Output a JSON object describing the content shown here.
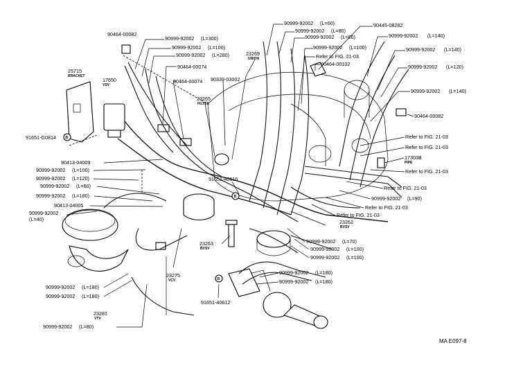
{
  "diagram": {
    "code": "MA E097-8",
    "parts": [
      {
        "id": "p1",
        "number": "90464-00082",
        "sub": ""
      },
      {
        "id": "p2",
        "number": "90999-92002",
        "sub": "(L=300)"
      },
      {
        "id": "p3",
        "number": "90999-92002",
        "sub": "(L=100)"
      },
      {
        "id": "p4",
        "number": "90999-92002",
        "sub": "(L=280)"
      },
      {
        "id": "p5",
        "number": "90464-00074",
        "sub": ""
      },
      {
        "id": "p6",
        "number": "25715",
        "sub": "BRACKET"
      },
      {
        "id": "p7",
        "number": "17650",
        "sub": "VSV"
      },
      {
        "id": "p8",
        "number": "90464-00074",
        "sub": ""
      },
      {
        "id": "p9",
        "number": "90339-03002",
        "sub": ""
      },
      {
        "id": "p10",
        "number": "23265",
        "sub": "FILTER"
      },
      {
        "id": "p11",
        "number": "23269",
        "sub": "UNION"
      },
      {
        "id": "p12",
        "number": "90999-92002",
        "sub": "(L=60)"
      },
      {
        "id": "p13",
        "number": "90999-92002",
        "sub": "(L=80)"
      },
      {
        "id": "p14",
        "number": "90999-92002",
        "sub": "(L=80)"
      },
      {
        "id": "p15",
        "number": "90445-08282",
        "sub": ""
      },
      {
        "id": "p16",
        "number": "90999-92002",
        "sub": "(L=140)"
      },
      {
        "id": "p17",
        "number": "90999-92002",
        "sub": "(L=140)"
      },
      {
        "id": "p18",
        "number": "90999-92002",
        "sub": "(L=100)"
      },
      {
        "id": "p19",
        "number": "Refer to FIG. 21-03",
        "sub": ""
      },
      {
        "id": "p20",
        "number": "90464-00102",
        "sub": ""
      },
      {
        "id": "p21",
        "number": "90999-92002",
        "sub": "(L=120)"
      },
      {
        "id": "p22",
        "number": "90999-92002",
        "sub": "(L=140)"
      },
      {
        "id": "p23",
        "number": "90464-00082",
        "sub": ""
      },
      {
        "id": "p24",
        "number": "91651-G0814",
        "sub": ""
      },
      {
        "id": "p25",
        "number": "90413-04009",
        "sub": ""
      },
      {
        "id": "p26",
        "number": "90999-92002",
        "sub": "(L=100)"
      },
      {
        "id": "p27",
        "number": "90999-92002",
        "sub": "(L=120)"
      },
      {
        "id": "p28",
        "number": "90999-92002",
        "sub": "(L=60)"
      },
      {
        "id": "p29",
        "number": "90999-92002",
        "sub": "(L=180)"
      },
      {
        "id": "p30",
        "number": "90413-04005",
        "sub": ""
      },
      {
        "id": "p31",
        "number": "90999-92002",
        "sub": "(L=40)"
      },
      {
        "id": "p32",
        "number": "Refer to FIG. 21-03",
        "sub": ""
      },
      {
        "id": "p33",
        "number": "Refer to FIG. 21-03",
        "sub": ""
      },
      {
        "id": "p34",
        "number": "17303B",
        "sub": "PIPE"
      },
      {
        "id": "p35",
        "number": "Refer to FIG. 21-03",
        "sub": ""
      },
      {
        "id": "p36",
        "number": "Refer to FIG. 21-03",
        "sub": ""
      },
      {
        "id": "p37",
        "number": "90999-92002",
        "sub": "(L=90)"
      },
      {
        "id": "p38",
        "number": "Refer to FIG. 21-03",
        "sub": ""
      },
      {
        "id": "p39",
        "number": "Refer to FIG. 21-03",
        "sub": ""
      },
      {
        "id": "p40",
        "number": "91651-40616",
        "sub": ""
      },
      {
        "id": "p41",
        "number": "23262",
        "sub": "BVSV"
      },
      {
        "id": "p42",
        "number": "90999-92002",
        "sub": "(L=70)"
      },
      {
        "id": "p43",
        "number": "90999-92002",
        "sub": "(L=100)"
      },
      {
        "id": "p44",
        "number": "90999-92002",
        "sub": "(L=100)"
      },
      {
        "id": "p45",
        "number": "23263",
        "sub": "BVSV"
      },
      {
        "id": "p46",
        "number": "23275",
        "sub": "VCV"
      },
      {
        "id": "p47",
        "number": "90999-92002",
        "sub": "(L=180)"
      },
      {
        "id": "p48",
        "number": "90999-92002",
        "sub": "(L=180)"
      },
      {
        "id": "p49",
        "number": "90999-92002",
        "sub": "(L=180)"
      },
      {
        "id": "p50",
        "number": "90999-92002",
        "sub": "(L=180)"
      },
      {
        "id": "p51",
        "number": "23281",
        "sub": "VTV"
      },
      {
        "id": "p52",
        "number": "91651-40612",
        "sub": ""
      },
      {
        "id": "p53",
        "number": "90999-92002",
        "sub": "(L=80)"
      }
    ],
    "bolt_symbol": "B"
  }
}
